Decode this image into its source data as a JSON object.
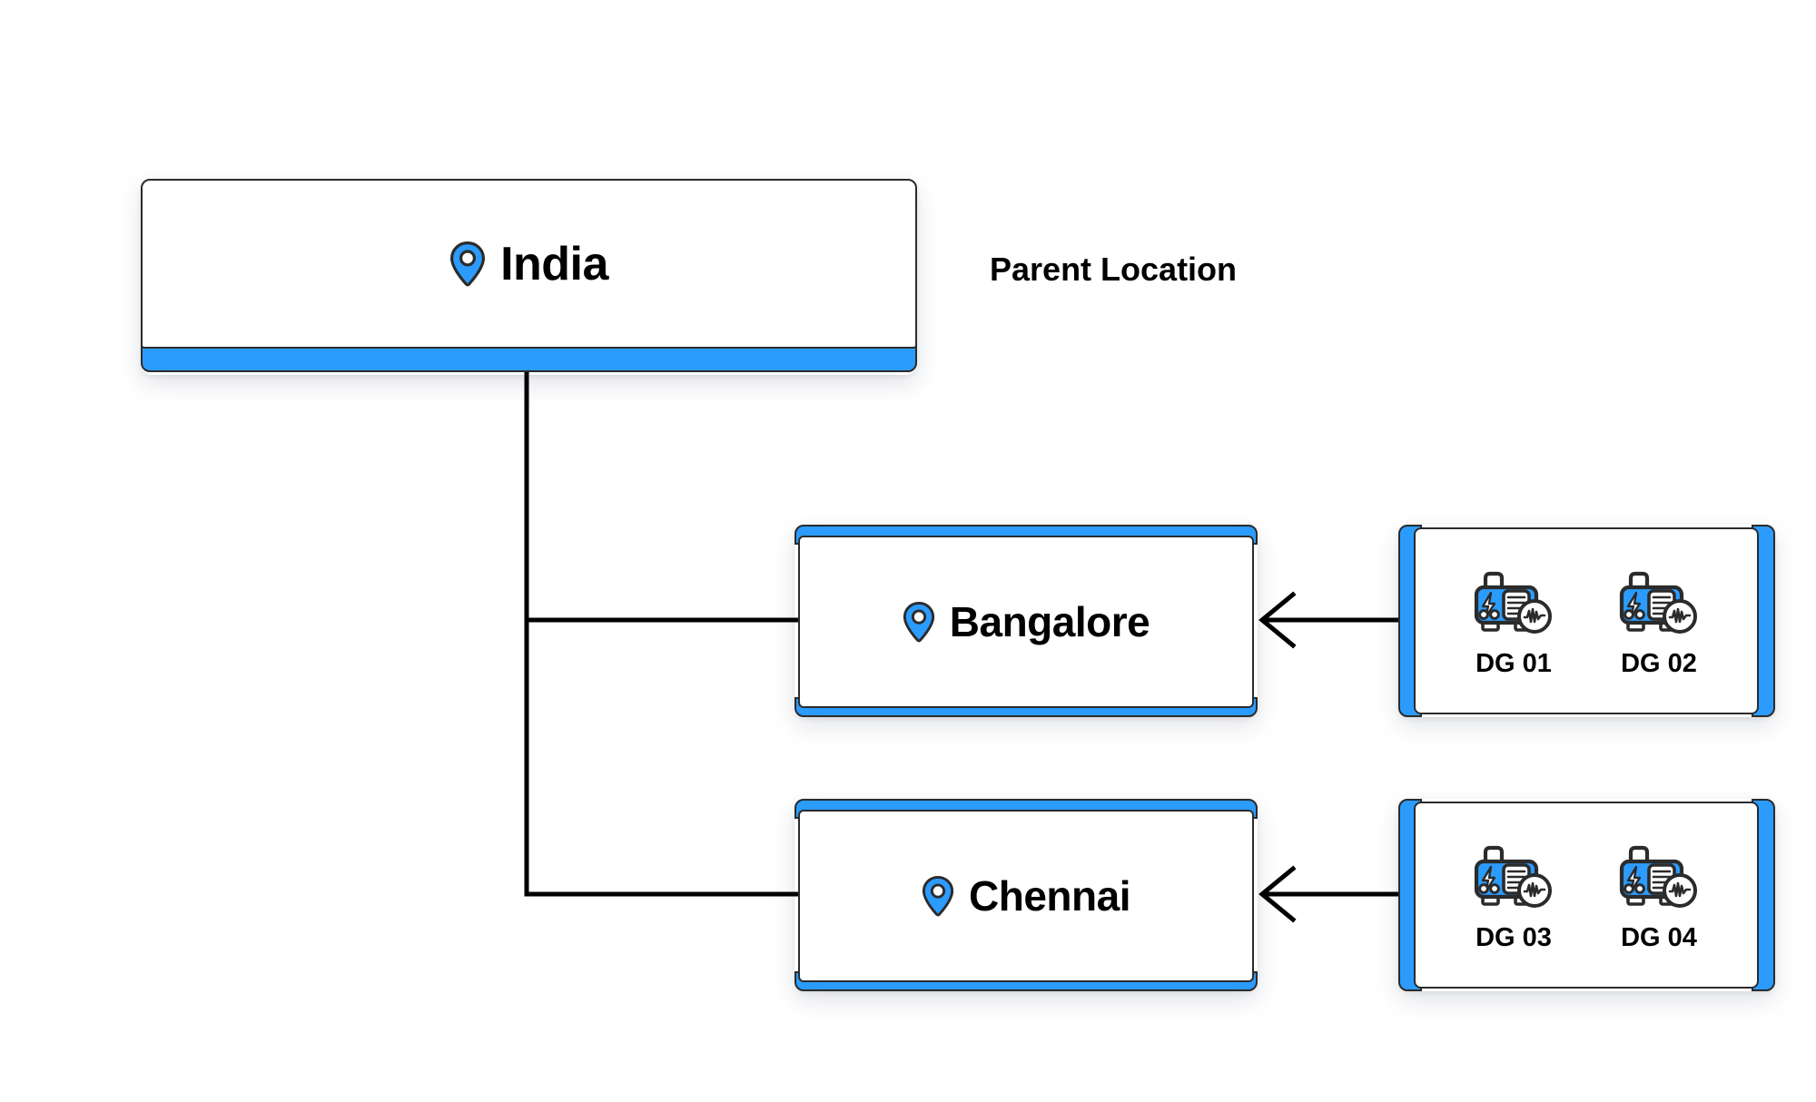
{
  "diagram": {
    "type": "hierarchy-tree",
    "title_text": "Parent Location",
    "accent_color": "#2b9cfd",
    "line_color": "#000000",
    "card_border_color": "#2b2b2b",
    "background": "#ffffff"
  },
  "annotations": {
    "parent_location_label": "Parent Location"
  },
  "nodes": {
    "root": {
      "label": "India",
      "icon": "location-pin-icon",
      "level": "parent"
    },
    "children": [
      {
        "label": "Bangalore",
        "icon": "location-pin-icon",
        "level": "child"
      },
      {
        "label": "Chennai",
        "icon": "location-pin-icon",
        "level": "child"
      }
    ]
  },
  "asset_groups": [
    {
      "belongs_to": "Bangalore",
      "assets": [
        {
          "name": "DG 01",
          "icon": "diesel-generator-icon"
        },
        {
          "name": "DG 02",
          "icon": "diesel-generator-icon"
        }
      ]
    },
    {
      "belongs_to": "Chennai",
      "assets": [
        {
          "name": "DG 03",
          "icon": "diesel-generator-icon"
        },
        {
          "name": "DG 04",
          "icon": "diesel-generator-icon"
        }
      ]
    }
  ],
  "edges": [
    {
      "from": "India",
      "to": "Bangalore",
      "style": "orthogonal",
      "arrow": false
    },
    {
      "from": "India",
      "to": "Chennai",
      "style": "orthogonal",
      "arrow": false
    },
    {
      "from": "DG 01 / DG 02 group",
      "to": "Bangalore",
      "style": "straight",
      "arrow": "left-open"
    },
    {
      "from": "DG 03 / DG 04 group",
      "to": "Chennai",
      "style": "straight",
      "arrow": "left-open"
    }
  ]
}
